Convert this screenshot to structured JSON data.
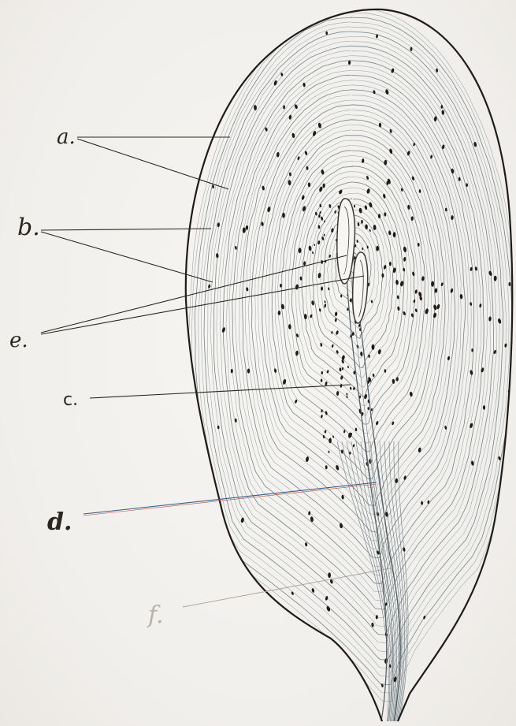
{
  "labels": {
    "a": "a.",
    "b": "b.",
    "e": "e.",
    "c": "c.",
    "d": "d.",
    "f": "f."
  },
  "colors": {
    "paper": "#f3f1ee",
    "ink": "#2a2622",
    "line": "#6e7f86",
    "nuclei": "#1f1b18",
    "pencil": "#b8b1a8"
  }
}
